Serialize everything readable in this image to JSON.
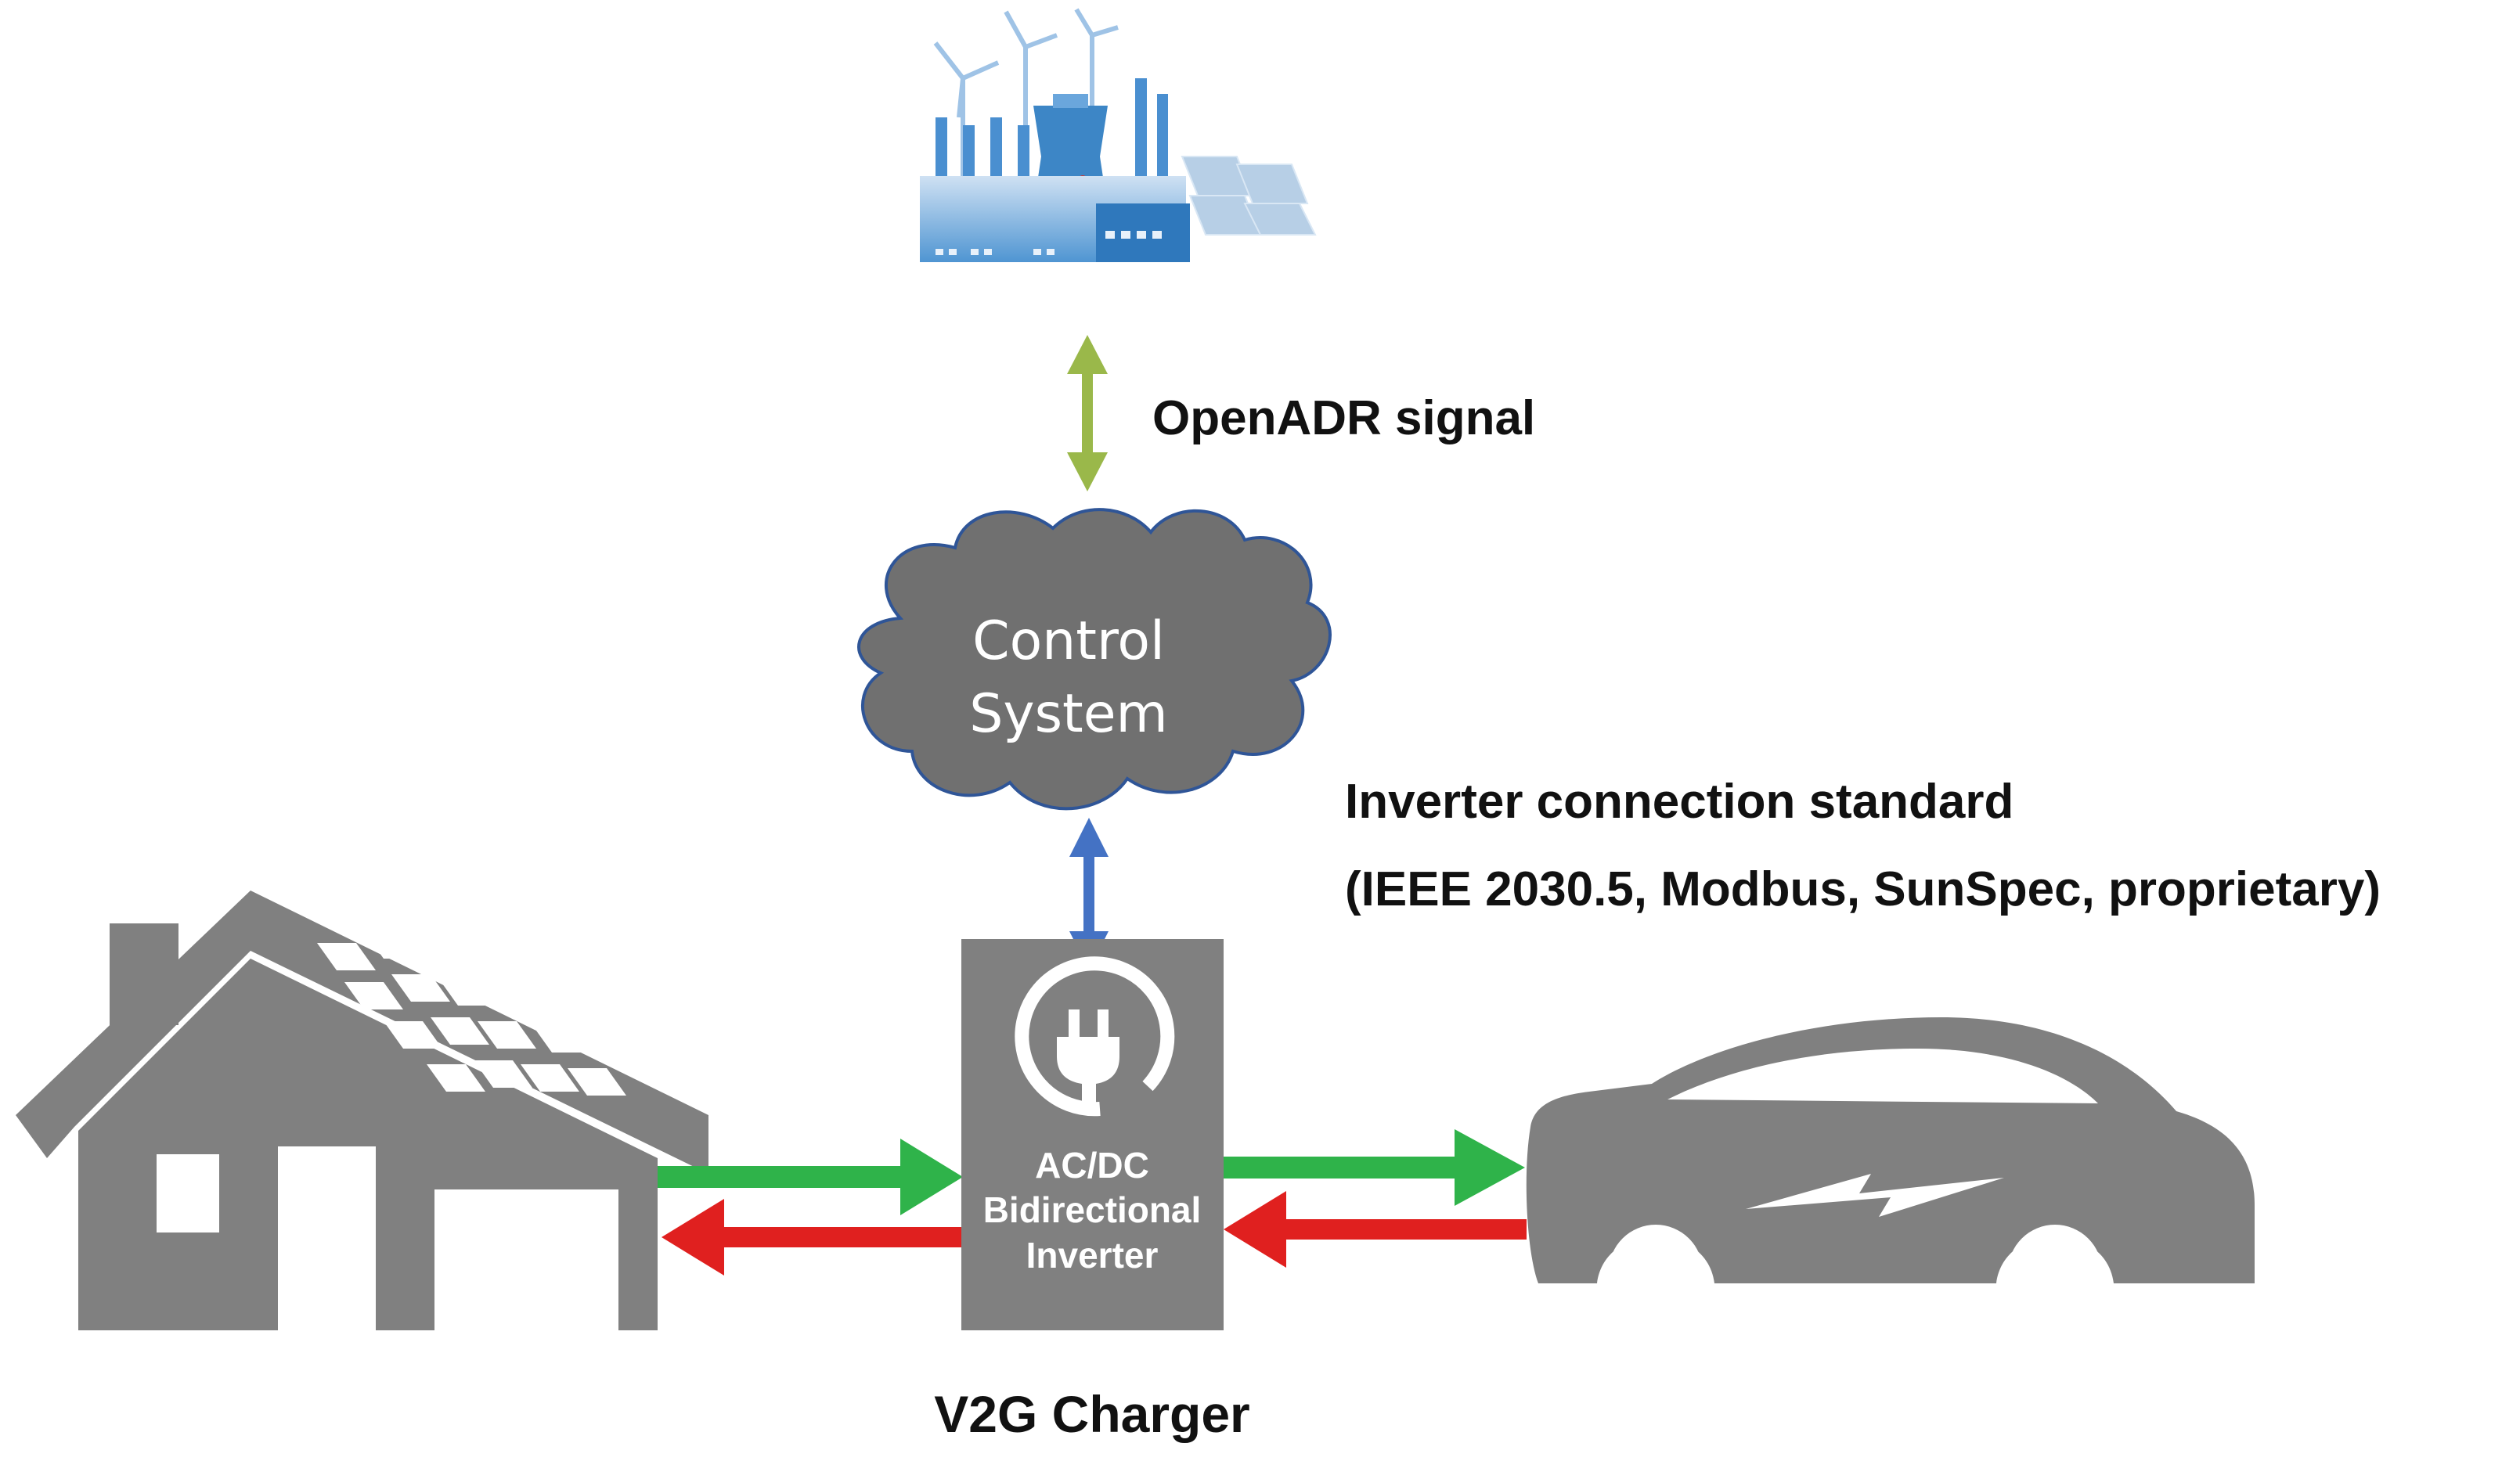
{
  "colors": {
    "gray": "#808080",
    "cloud_fill": "#707070",
    "cloud_stroke": "#2f5597",
    "arrow_openadr": "#9ab84a",
    "arrow_inverter": "#4472c4",
    "arrow_green": "#2fb34a",
    "arrow_red": "#e0201f",
    "plant_blue": "#3d86c6",
    "plant_light": "#b9d3ec"
  },
  "icons": {
    "power_plant": "power-plant-icon",
    "house": "house-with-solar-icon",
    "plug": "plug-icon",
    "car": "electric-car-icon"
  },
  "labels": {
    "openadr": "OpenADR signal",
    "cloud_line1": "Control",
    "cloud_line2": "System",
    "inverter_std_line1": "Inverter connection standard",
    "inverter_std_line2": "(IEEE 2030.5, Modbus, SunSpec, proprietary)",
    "inverter_line1": "AC/DC",
    "inverter_line2": "Bidirectional",
    "inverter_line3": "Inverter",
    "charger": "V2G Charger"
  }
}
